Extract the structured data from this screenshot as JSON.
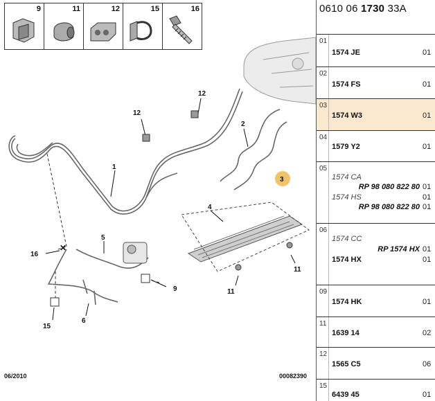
{
  "thumbnails": [
    {
      "number": "9"
    },
    {
      "number": "11"
    },
    {
      "number": "12"
    },
    {
      "number": "15"
    },
    {
      "number": "16"
    }
  ],
  "diagram": {
    "callouts": {
      "c1": "1",
      "c2": "2",
      "c3": "3",
      "c4": "4",
      "c5": "5",
      "c6": "6",
      "c9": "9",
      "c11a": "11",
      "c11b": "11",
      "c12a": "12",
      "c12b": "12",
      "c15": "15",
      "c16": "16"
    },
    "date": "06/2010",
    "code": "00082390",
    "highlight_color": "#f0c36a"
  },
  "panel": {
    "ref_prefix": "0610 06",
    "ref_bold": "1730",
    "ref_suffix": "33A",
    "rows": [
      {
        "pos": "01",
        "part": "1574 JE",
        "qty": "01"
      },
      {
        "pos": "02",
        "part": "1574 FS",
        "qty": "01"
      },
      {
        "pos": "03",
        "part": "1574 W3",
        "qty": "01"
      },
      {
        "pos": "04",
        "part": "1579 Y2",
        "qty": "01"
      },
      {
        "pos": "05",
        "alt1": "1574 CA",
        "rp1": "RP 98 080 822 80",
        "qty1": "01",
        "alt2": "1574 HS",
        "rp2": "RP 98 080 822 80",
        "qty2": "01",
        "qty3": "01"
      },
      {
        "pos": "06",
        "alt1": "1574 CC",
        "rp1": "RP 1574 HX",
        "qty1": "01",
        "part": "1574 HX",
        "qty": "01"
      },
      {
        "pos": "09",
        "part": "1574 HK",
        "qty": "01"
      },
      {
        "pos": "11",
        "part": "1639 14",
        "qty": "02"
      },
      {
        "pos": "12",
        "part": "1565 C5",
        "qty": "06"
      },
      {
        "pos": "15",
        "part": "6439 45",
        "qty": "01"
      }
    ]
  }
}
